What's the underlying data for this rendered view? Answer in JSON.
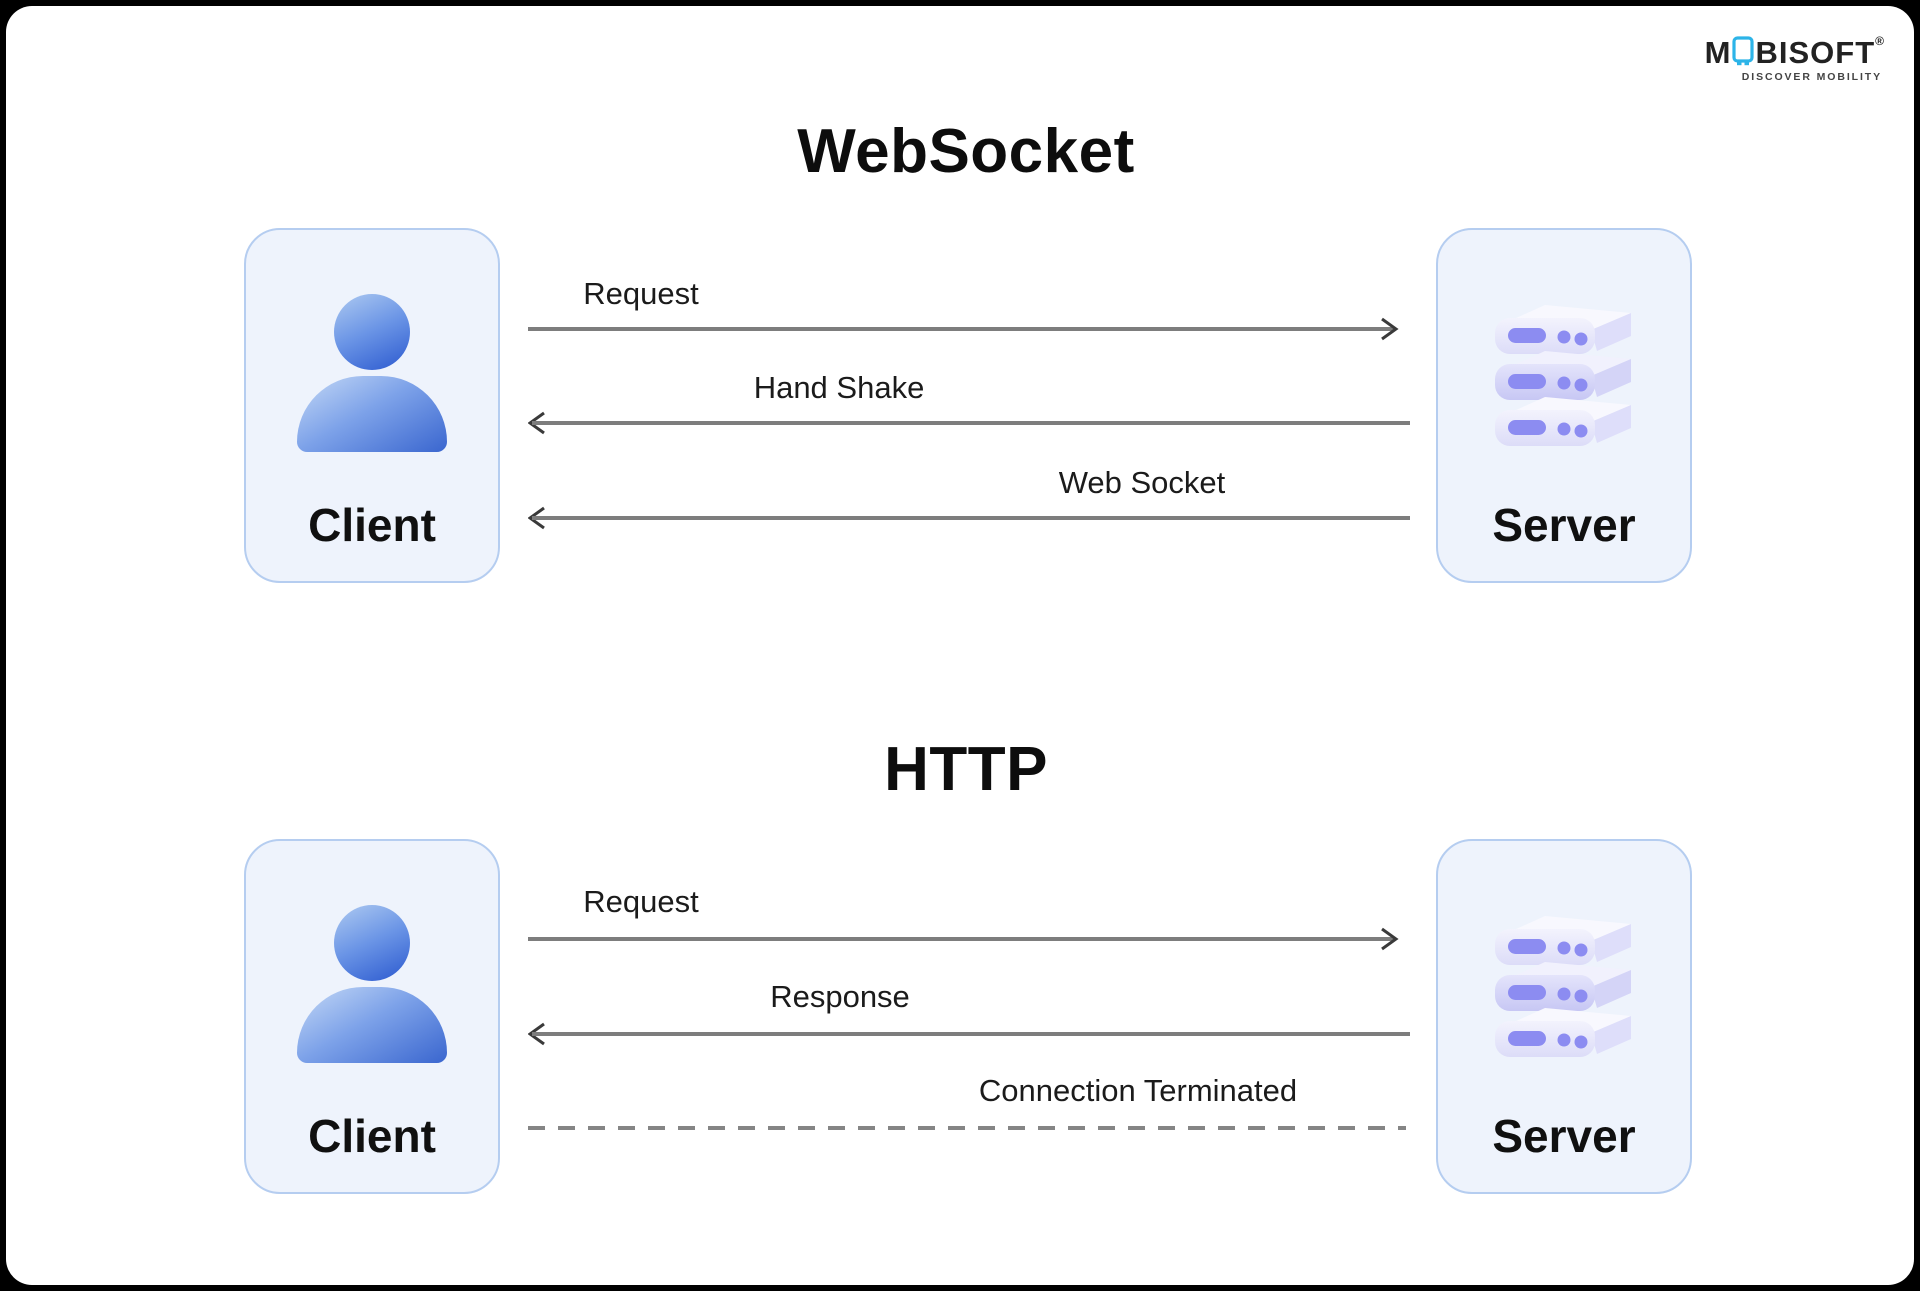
{
  "page": {
    "background": "#000000",
    "card_background": "#ffffff"
  },
  "logo": {
    "brand_prefix": "M",
    "brand_suffix": "BISOFT",
    "registered_mark": "®",
    "tagline": "DISCOVER MOBILITY",
    "phone_icon": "phone-icon",
    "phone_icon_color": "#2cb4e8"
  },
  "colors": {
    "box_background": "#eef3fc",
    "box_border": "#b5cdf0",
    "arrow_line": "#7d7d7d",
    "arrow_head": "#3a3a3a",
    "title_text": "#0d0d0d",
    "person_blue": "#3a66cf",
    "server_purple": "#8c8cf1"
  },
  "sections": [
    {
      "title": "WebSocket",
      "client": {
        "label": "Client",
        "icon": "person-icon"
      },
      "server": {
        "label": "Server",
        "icon": "server-stack-icon"
      },
      "arrows": [
        {
          "label": "Request",
          "direction": "right",
          "line_style": "solid"
        },
        {
          "label": "Hand Shake",
          "direction": "left",
          "line_style": "solid"
        },
        {
          "label": "Web Socket",
          "direction": "left",
          "line_style": "solid"
        }
      ]
    },
    {
      "title": "HTTP",
      "client": {
        "label": "Client",
        "icon": "person-icon"
      },
      "server": {
        "label": "Server",
        "icon": "server-stack-icon"
      },
      "arrows": [
        {
          "label": "Request",
          "direction": "right",
          "line_style": "solid"
        },
        {
          "label": "Response",
          "direction": "left",
          "line_style": "solid"
        },
        {
          "label": "Connection Terminated",
          "direction": "none",
          "line_style": "dashed"
        }
      ]
    }
  ]
}
